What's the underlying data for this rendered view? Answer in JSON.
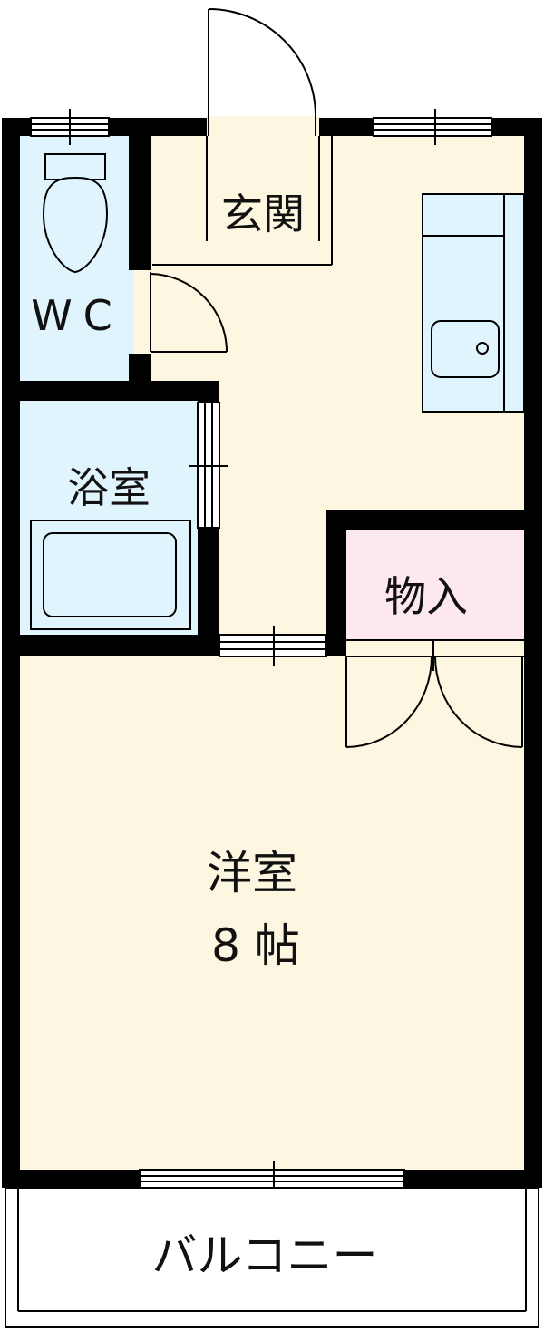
{
  "rooms": {
    "entrance": "玄関",
    "wc": "WC",
    "bath": "浴室",
    "storage": "物入",
    "western_room": "洋室",
    "western_room_size": "8 帖",
    "balcony": "バルコニー"
  },
  "colors": {
    "wall": "#000000",
    "floor": "#fdf6e0",
    "wet_area": "#dff4fc",
    "storage": "#fde8ef",
    "balcony": "#ffffff"
  }
}
